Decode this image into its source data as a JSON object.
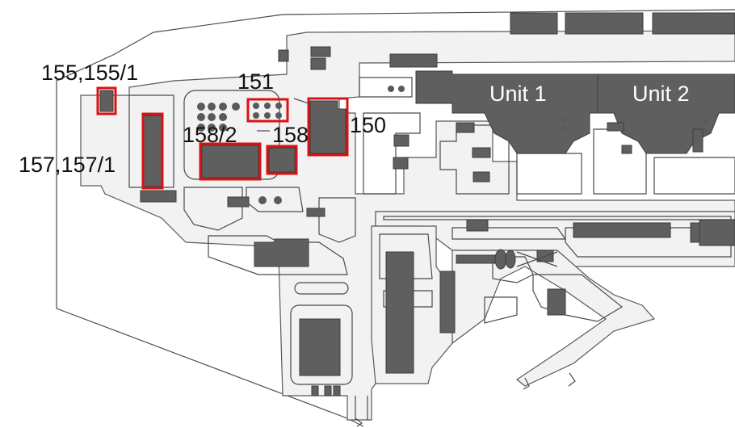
{
  "labels": {
    "building_150": "150",
    "building_151": "151",
    "building_155": "155,155/1",
    "building_157": "157,157/1",
    "building_158_2": "158/2",
    "building_158": "158",
    "unit_1": "Unit 1",
    "unit_2": "Unit 2"
  },
  "colors": {
    "highlight": "#dd1111",
    "building": "#5f5f5f",
    "road": "#f2f2f2",
    "background": "#ffffff"
  }
}
